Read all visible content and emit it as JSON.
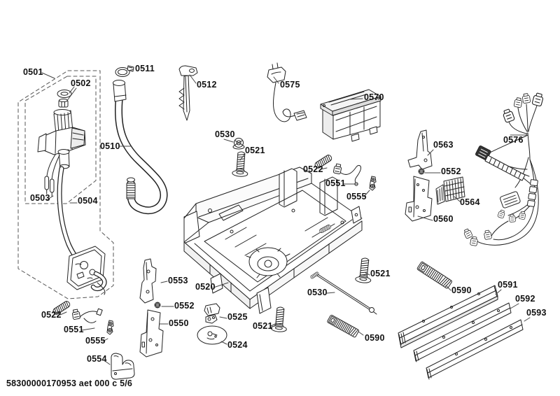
{
  "doc": {
    "footer": "58300000170953 aet 000 c 5/6"
  },
  "colors": {
    "line": "#222222",
    "label": "#111111",
    "background": "#ffffff"
  },
  "labels": [
    {
      "part": "0501",
      "text": "0501"
    },
    {
      "part": "0502",
      "text": "0502"
    },
    {
      "part": "0511",
      "text": "0511"
    },
    {
      "part": "0512",
      "text": "0512"
    },
    {
      "part": "0575",
      "text": "0575"
    },
    {
      "part": "0570",
      "text": "0570"
    },
    {
      "part": "0510",
      "text": "0510"
    },
    {
      "part": "0530",
      "text": "0530"
    },
    {
      "part": "0521",
      "text": "0521"
    },
    {
      "part": "0522",
      "text": "0522"
    },
    {
      "part": "0563",
      "text": "0563"
    },
    {
      "part": "0551",
      "text": "0551"
    },
    {
      "part": "0552",
      "text": "0552"
    },
    {
      "part": "0576",
      "text": "0576"
    },
    {
      "part": "0555",
      "text": "0555"
    },
    {
      "part": "0503",
      "text": "0503"
    },
    {
      "part": "0504",
      "text": "0504"
    },
    {
      "part": "0564",
      "text": "0564"
    },
    {
      "part": "0560",
      "text": "0560"
    },
    {
      "part": "0553",
      "text": "0553"
    },
    {
      "part": "0520",
      "text": "0520"
    },
    {
      "part": "0521",
      "text": "0521"
    },
    {
      "part": "0590",
      "text": "0590"
    },
    {
      "part": "0591",
      "text": "0591"
    },
    {
      "part": "0552",
      "text": "0552"
    },
    {
      "part": "0592",
      "text": "0592"
    },
    {
      "part": "0522",
      "text": "0522"
    },
    {
      "part": "0525",
      "text": "0525"
    },
    {
      "part": "0550",
      "text": "0550"
    },
    {
      "part": "0593",
      "text": "0593"
    },
    {
      "part": "0551",
      "text": "0551"
    },
    {
      "part": "0521",
      "text": "0521"
    },
    {
      "part": "0530",
      "text": "0530"
    },
    {
      "part": "0555",
      "text": "0555"
    },
    {
      "part": "0590",
      "text": "0590"
    },
    {
      "part": "0524",
      "text": "0524"
    },
    {
      "part": "0554",
      "text": "0554"
    }
  ]
}
